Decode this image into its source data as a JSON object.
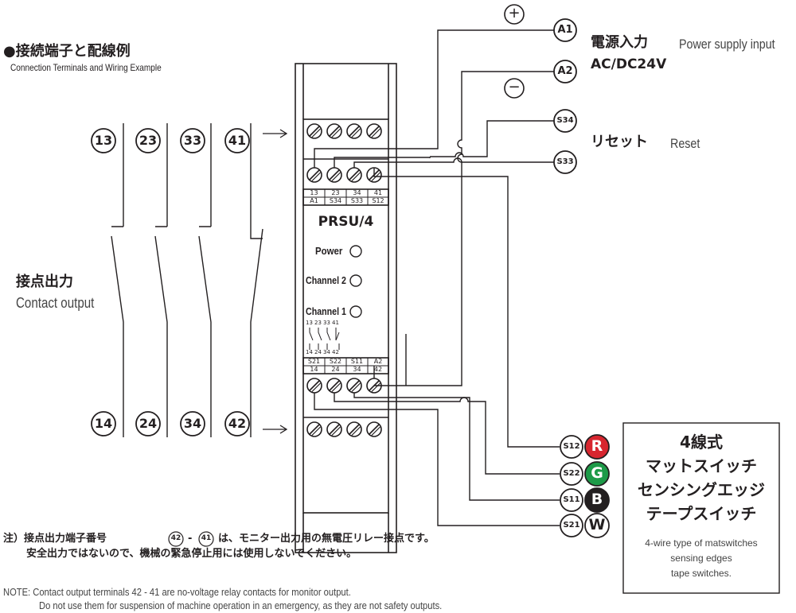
{
  "header": {
    "title_jp": "●接続端子と配線例",
    "title_en": "Connection Terminals and Wiring Example"
  },
  "contact_output": {
    "label_jp": "接点出力",
    "label_en": "Contact output",
    "top_terminals": [
      "13",
      "23",
      "33",
      "41"
    ],
    "bottom_terminals": [
      "14",
      "24",
      "34",
      "42"
    ]
  },
  "device": {
    "model": "PRSU/4",
    "leds": [
      "Power",
      "Channel 2",
      "Channel 1"
    ],
    "top_label_row1": [
      "13",
      "23",
      "34",
      "41"
    ],
    "top_label_row2": [
      "A1",
      "S34",
      "S33",
      "S12"
    ],
    "mini_top": [
      "13",
      "23",
      "33",
      "41"
    ],
    "mini_bottom": [
      "14",
      "24",
      "34",
      "42"
    ],
    "bottom_label_row1": [
      "S21",
      "S22",
      "S11",
      "A2"
    ],
    "bottom_label_row2": [
      "14",
      "24",
      "34",
      "42"
    ]
  },
  "power": {
    "label_jp": "電源入力",
    "label_en": "Power supply input",
    "voltage": "AC/DC24V",
    "plus": "+",
    "minus": "−",
    "a1": "A1",
    "a2": "A2"
  },
  "reset": {
    "label_jp": "リセット",
    "label_en": "Reset",
    "s34": "S34",
    "s33": "S33"
  },
  "sensor": {
    "terminals": [
      {
        "id": "S12",
        "letter": "R",
        "color": "#d7262f"
      },
      {
        "id": "S22",
        "letter": "G",
        "color": "#1d9a48"
      },
      {
        "id": "S11",
        "letter": "B",
        "color": "#231f20"
      },
      {
        "id": "S21",
        "letter": "W",
        "color": "#ffffff"
      }
    ],
    "box_title": "4線式",
    "box_line1": "マットスイッチ",
    "box_line2": "センシングエッジ",
    "box_line3": "テープスイッチ",
    "box_en1": "4-wire type of matswitches",
    "box_en2": "sensing edges",
    "box_en3": "tape switches."
  },
  "notes": {
    "jp_prefix": "注）接点出力端子番号",
    "jp_n1": "42",
    "jp_dash": "-",
    "jp_n2": "41",
    "jp_rest": "は、モニター出力用の無電圧リレー接点です。",
    "jp_line2": "安全出力ではないので、機械の緊急停止用には使用しないでください。",
    "en_line1": "NOTE: Contact output terminals 42 - 41 are no-voltage relay contacts for monitor output.",
    "en_line2": "Do not use them for suspension of machine operation in an emergency, as they are not safety outputs."
  }
}
